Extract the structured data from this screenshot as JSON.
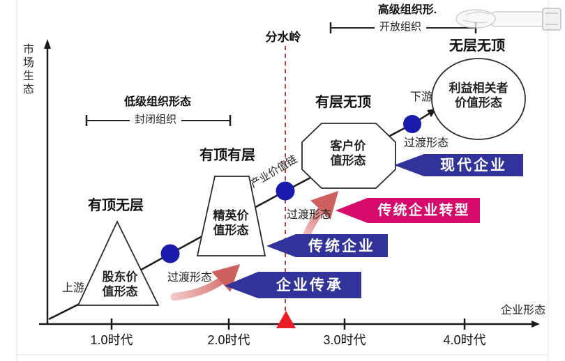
{
  "colors": {
    "banner_blue": "#31339b",
    "banner_magenta": "#d60a6b",
    "marker_red": "#ed1c24",
    "dot_blue": "#1a1aad",
    "dash_red": "#b54848",
    "swoosh_rose": "#cf6060",
    "line_black": "#1a1a1a"
  },
  "y_axis": {
    "label": "市场生态"
  },
  "x_axis": {
    "label": "企业形态",
    "ticks": [
      "1.0时代",
      "2.0时代",
      "3.0时代",
      "4.0时代"
    ]
  },
  "watershed_label": "分水岭",
  "org_levels": {
    "low": {
      "title": "低级组织形态",
      "span_label": "封闭组织"
    },
    "high": {
      "title": "高级组织形.",
      "span_label": "开放组织"
    }
  },
  "value_chain_label": "产业价值链",
  "stream_labels": {
    "upstream": "上游",
    "downstream": "下游"
  },
  "transition_labels": [
    "过渡形态",
    "过渡形态",
    "过渡形态"
  ],
  "stages": [
    {
      "heading": "有顶无层",
      "shape": "triangle",
      "shape_label": "股东价\n值形态"
    },
    {
      "heading": "有顶有层",
      "shape": "trapezoid",
      "shape_label": "精英价\n值形态"
    },
    {
      "heading": "有层无顶",
      "shape": "octagon",
      "shape_label": "客户价\n值形态"
    },
    {
      "heading": "无层无顶",
      "shape": "circle",
      "shape_label": "利益相关者\n价值形态"
    }
  ],
  "banners": [
    {
      "label": "企业传承"
    },
    {
      "label": "传统企业"
    },
    {
      "label": "传统企业转型"
    },
    {
      "label": "现代企业"
    }
  ]
}
